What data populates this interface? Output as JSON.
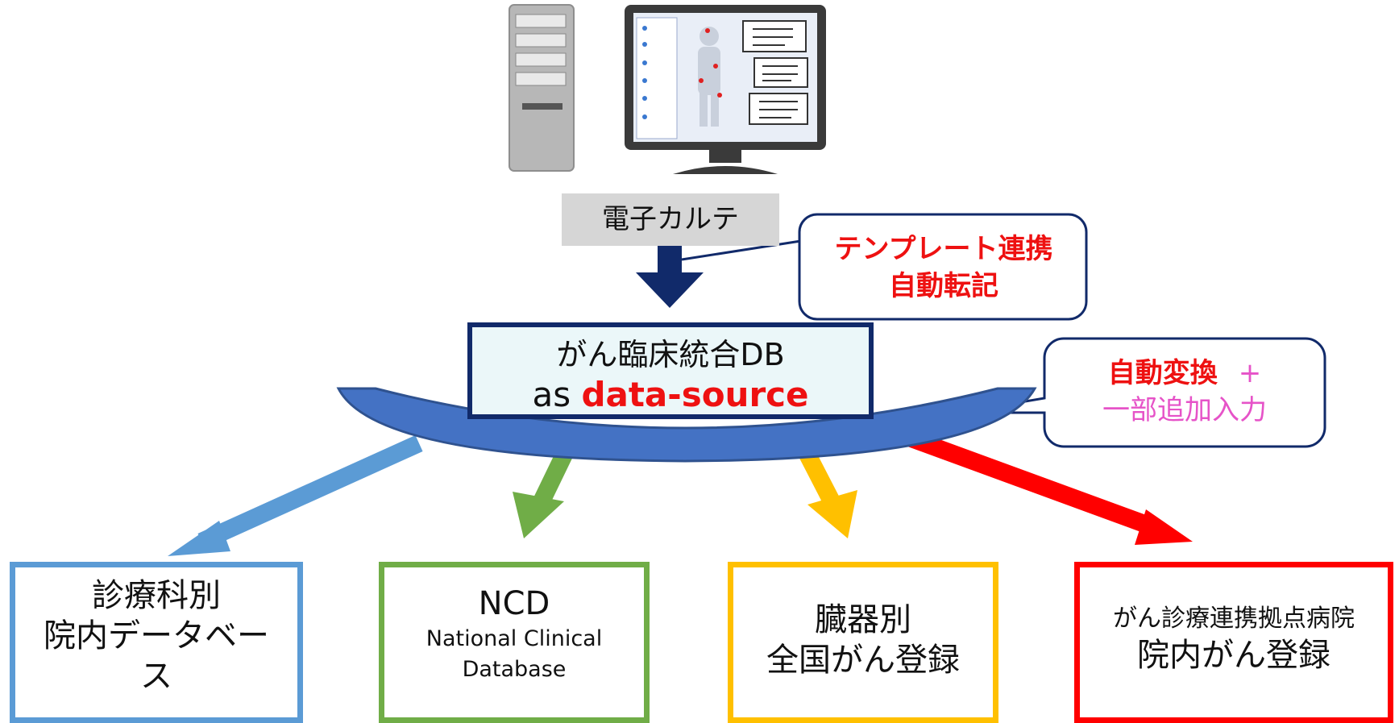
{
  "emr": {
    "label": "電子カルテ",
    "icon": "computer-medical-record-icon"
  },
  "callout_template": {
    "line1": "テンプレート連携",
    "line2": "自動転記"
  },
  "db": {
    "line1": "がん臨床統合DB",
    "line2_prefix": "as ",
    "line2_highlight": "data-source"
  },
  "callout_convert": {
    "bold": "自動変換",
    "plus": "+",
    "line2": "一部追加入力"
  },
  "destinations": {
    "dept": {
      "line1": "診療科別",
      "line2": "院内データベー",
      "line3": "ス",
      "color": "#5b9bd5"
    },
    "ncd": {
      "title": "NCD",
      "sub1": "National Clinical",
      "sub2": "Database",
      "color": "#70ad47"
    },
    "organ": {
      "line1": "臓器別",
      "line2": "全国がん登録",
      "color": "#ffc000"
    },
    "hospital": {
      "sub": "がん診療連携拠点病院",
      "main": "院内がん登録",
      "color": "#ff0000"
    }
  },
  "colors": {
    "navy": "#112a6a",
    "band": "#4472c4",
    "accent_red": "#ee1111",
    "pink": "#e653c8"
  }
}
